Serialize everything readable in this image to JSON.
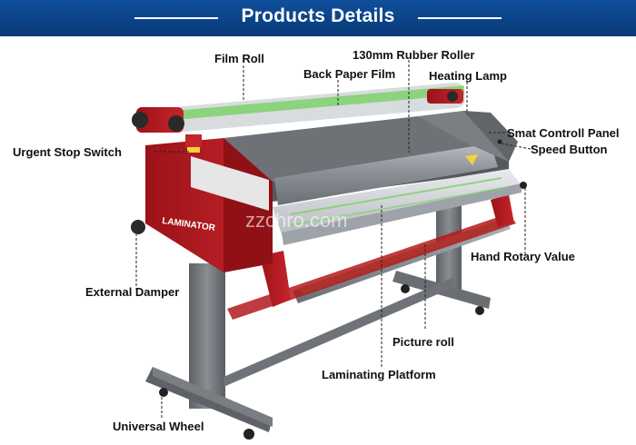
{
  "header": {
    "title": "Products Details"
  },
  "watermark": "zzchro.com",
  "machine_logo": "LAMINATOR",
  "callouts": {
    "film_roll": "Film Roll",
    "rubber_roller": "130mm Rubber Roller",
    "back_paper_film": "Back Paper Film",
    "heating_lamp": "Heating Lamp",
    "control_panel": "Smat Controll Panel",
    "speed_button": "Speed Button",
    "urgent_stop": "Urgent Stop Switch",
    "hand_rotary": "Hand Rotary Value",
    "external_damper": "External Damper",
    "picture_roll": "Picture roll",
    "laminating_platform": "Laminating Platform",
    "universal_wheel": "Universal Wheel"
  },
  "colors": {
    "banner": "#0b4588",
    "frame_gray": "#6e7277",
    "body_red": "#b3191f",
    "roller_gray": "#8f949b",
    "film_green": "#7ed16b"
  }
}
